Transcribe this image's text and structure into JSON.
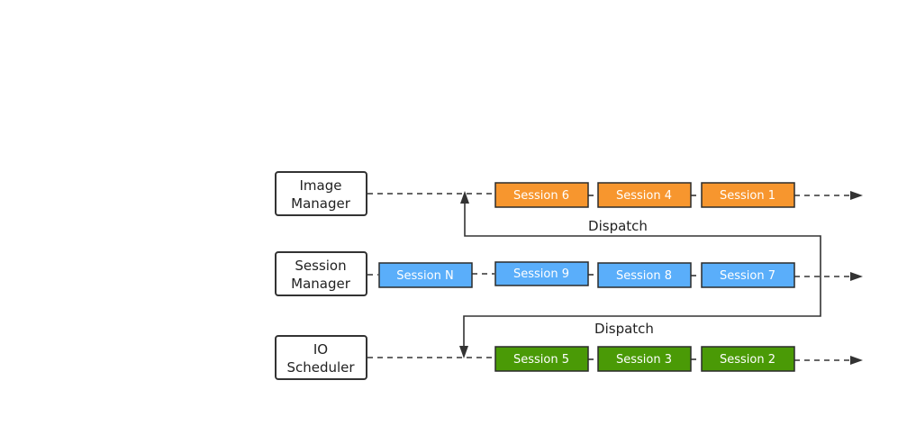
{
  "colors": {
    "image_session": "#f7962e",
    "session_session": "#5aaefa",
    "io_session": "#4a9a06",
    "line": "#333333"
  },
  "managers": {
    "image": {
      "line1": "Image",
      "line2": "Manager"
    },
    "session": {
      "line1": "Session",
      "line2": "Manager"
    },
    "io": {
      "line1": "IO",
      "line2": "Scheduler"
    }
  },
  "image_row": {
    "sessions": [
      "Session 6",
      "Session 4",
      "Session 1"
    ]
  },
  "session_row": {
    "sessions": [
      "Session N",
      "Session 9",
      "Session 8",
      "Session 7"
    ]
  },
  "io_row": {
    "sessions": [
      "Session 5",
      "Session 3",
      "Session 2"
    ]
  },
  "dispatch": {
    "upper": "Dispatch",
    "lower": "Dispatch"
  }
}
